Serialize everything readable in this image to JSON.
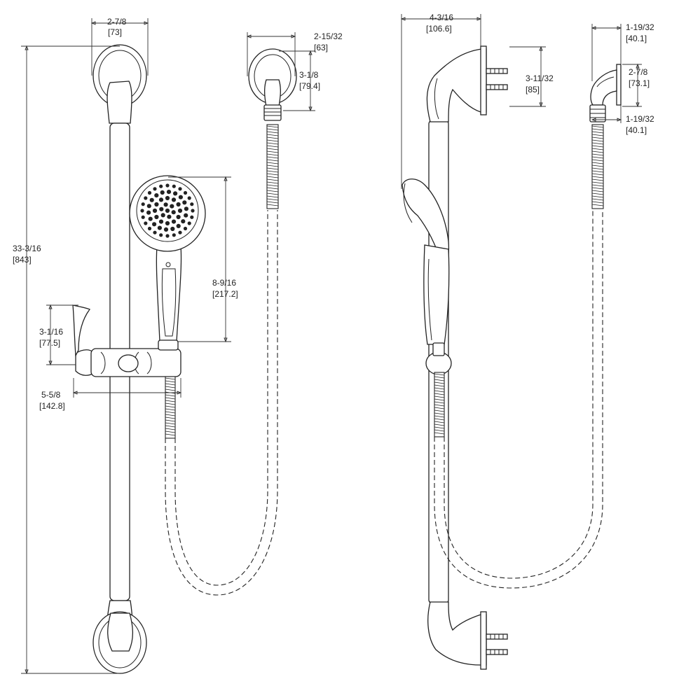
{
  "colors": {
    "line": "#222222",
    "background": "#ffffff"
  },
  "dimensions": {
    "bar_width": {
      "inch": "2-7/8",
      "mm": "[73]"
    },
    "bar_height": {
      "inch": "33-3/16",
      "mm": "[843]"
    },
    "hook_height": {
      "inch": "3-1/16",
      "mm": "[77.5]"
    },
    "hook_reach": {
      "inch": "5-5/8",
      "mm": "[142.8]"
    },
    "head_length": {
      "inch": "8-9/16",
      "mm": "[217.2]"
    },
    "elbow_width": {
      "inch": "2-15/32",
      "mm": "[63]"
    },
    "elbow_height": {
      "inch": "3-1/8",
      "mm": "[79.4]"
    },
    "side_depth": {
      "inch": "4-3/16",
      "mm": "[106.6]"
    },
    "side_mount": {
      "inch": "3-11/32",
      "mm": "[85]"
    },
    "elbow_side_top": {
      "inch": "1-19/32",
      "mm": "[40.1]"
    },
    "elbow_side_height": {
      "inch": "2-7/8",
      "mm": "[73.1]"
    },
    "elbow_side_bottom": {
      "inch": "1-19/32",
      "mm": "[40.1]"
    }
  }
}
